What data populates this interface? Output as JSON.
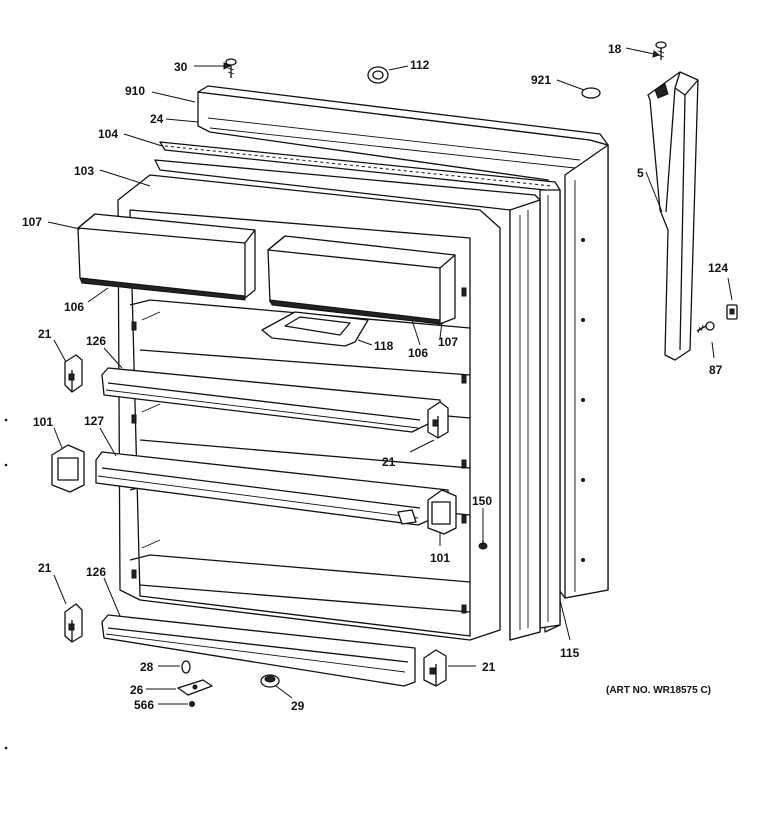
{
  "art_number": "(ART NO. WR18575 C)",
  "callouts": {
    "c30": "30",
    "c112": "112",
    "c18": "18",
    "c910": "910",
    "c921": "921",
    "c24": "24",
    "c104": "104",
    "c103": "103",
    "c5": "5",
    "c107a": "107",
    "c106a": "106",
    "c107b": "107",
    "c118": "118",
    "c106b": "106",
    "c124": "124",
    "c87": "87",
    "c21a": "21",
    "c126a": "126",
    "c101a": "101",
    "c127": "127",
    "c21b": "21",
    "c150": "150",
    "c101b": "101",
    "c21c": "21",
    "c126b": "126",
    "c115": "115",
    "c21d": "21",
    "c28": "28",
    "c26": "26",
    "c566": "566",
    "c29": "29"
  }
}
